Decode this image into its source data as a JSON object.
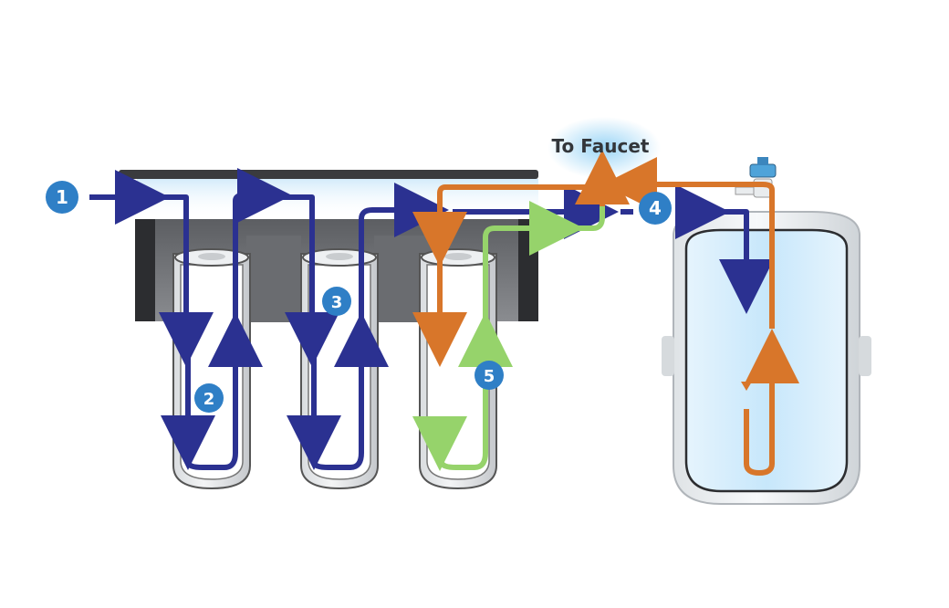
{
  "diagram": {
    "outlet_label": "To Faucet",
    "step_markers": [
      "1",
      "2",
      "3",
      "4",
      "5"
    ]
  },
  "colors": {
    "feed_flow": "#2b3191",
    "pure_flow": "#d8762a",
    "drain_flow": "#96d36b",
    "marker_fill": "#2f7fc6",
    "marker_text": "#ffffff",
    "housing": "#7d7f83",
    "bracket": "#2c2d30",
    "glow": "#8fd0f5"
  }
}
